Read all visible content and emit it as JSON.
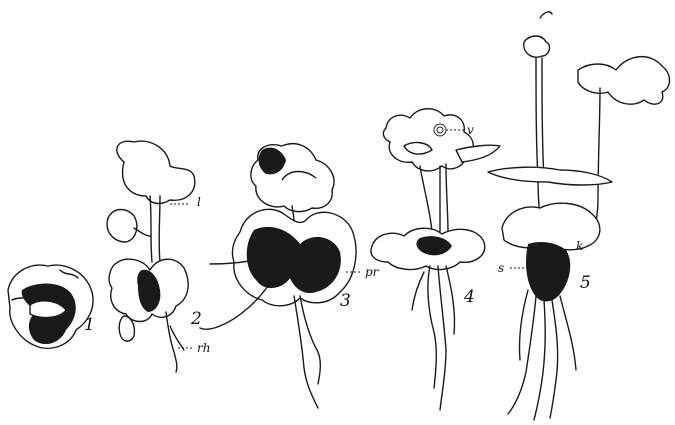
{
  "figure": {
    "stages": [
      {
        "number": "1"
      },
      {
        "number": "2",
        "labels": [
          "l",
          "rh"
        ]
      },
      {
        "number": "3",
        "labels": [
          "pr"
        ]
      },
      {
        "number": "4",
        "labels": [
          "v"
        ]
      },
      {
        "number": "5",
        "labels": [
          "s",
          "k"
        ]
      }
    ]
  }
}
